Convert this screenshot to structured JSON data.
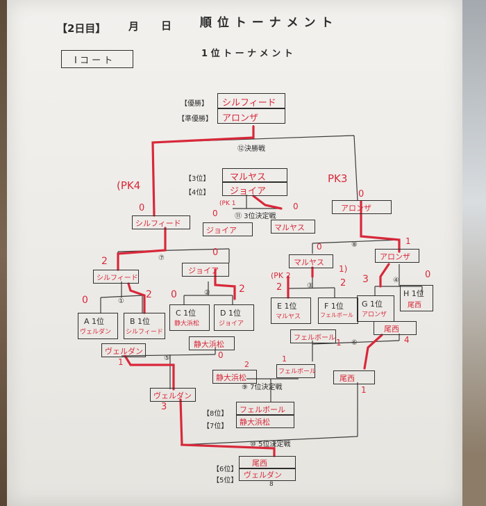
{
  "header": {
    "day": "【2日目】",
    "month": "月",
    "date": "日",
    "title": "順 位 ト ー ナ メ ン ト"
  },
  "court": "Ⅰ コ ー ト",
  "subtitle": "1 位 ト ー ナ メ ン ト",
  "labels": {
    "champion": "【優勝】",
    "runner_up": "【準優勝】",
    "third": "【3位】",
    "fourth": "【4位】",
    "eighth": "【8位】",
    "seventh": "【7位】",
    "sixth": "【6位】",
    "fifth": "【5位】"
  },
  "results": {
    "champion": "シルフィード",
    "runner_up": "アロンザ",
    "third": "マルヤス",
    "fourth": "ジョイア",
    "eighth": "フェルボール",
    "seventh": "静大浜松",
    "sixth": "尾西",
    "fifth": "ヴェルダン"
  },
  "matches": {
    "m12": "⑫決勝戦",
    "m11": "⑪ 3位決定戦",
    "m9": "⑨ 7位決定戦",
    "m10": "⑩ 5位決定戦",
    "n1": "①",
    "n2": "②",
    "n3": "③",
    "n4": "④",
    "n5": "⑤",
    "n6": "⑥",
    "n7": "⑦",
    "n8": "⑧"
  },
  "seeds": [
    {
      "label": "A 1位",
      "team": "ヴェルダン"
    },
    {
      "label": "B 1位",
      "team": "シルフィード"
    },
    {
      "label": "C 1位",
      "team": "静大浜松"
    },
    {
      "label": "D 1位",
      "team": "ジョイア"
    },
    {
      "label": "E 1位",
      "team": "マルヤス"
    },
    {
      "label": "F 1位",
      "team": "フェルボール"
    },
    {
      "label": "G 1位",
      "team": "アロンザ"
    },
    {
      "label": "H 1位",
      "team": "尾西"
    }
  ],
  "qf": {
    "w1": "シルフィード",
    "w2": "ジョイア",
    "w3": "マルヤス",
    "w4": "アロンザ"
  },
  "sf": {
    "w7": "シルフィード",
    "w8": "アロンザ",
    "l7": "ジョイア",
    "l8": "マルヤス"
  },
  "lower": {
    "l1": "ヴェルダン",
    "l2": "静大浜松",
    "l3": "フェルボール",
    "l4": "尾西",
    "m9a": "静大浜松",
    "m9b": "フェルボール",
    "m10a": "ヴェルダン",
    "m10b": "尾西"
  },
  "scores": {
    "pk_left": "(PK4",
    "pk_right": "PK3",
    "pk_small": "(PK 1",
    "pk_e": "(PK 2",
    "f_l": "0",
    "f_r": "0",
    "m11_l": "0",
    "m11_r": "0",
    "q7_l": "2",
    "q7_r": "0",
    "q8_l": "0",
    "q8_r": "1",
    "q1_l": "0",
    "q1_r": "2",
    "q2_l": "0",
    "q2_r": "2",
    "q3_l": "2",
    "q3_r": "2",
    "q4_l": "3",
    "q4_r": "0",
    "q3_extra": "1)",
    "q5_l": "1",
    "q5_r": "0",
    "q6_l": "1",
    "q6_r": "4",
    "m9_l": "2",
    "m9_r": "1",
    "m10_l": "3",
    "m10_r": "1"
  },
  "page_number": "8"
}
